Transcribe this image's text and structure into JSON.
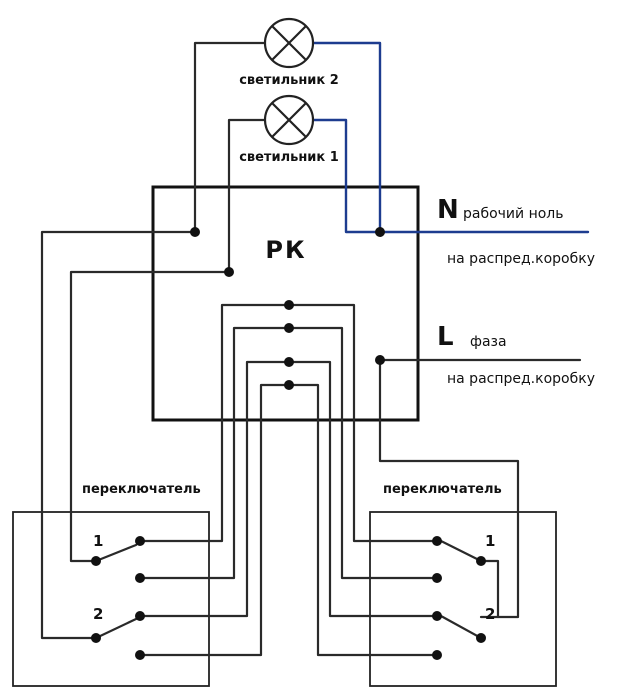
{
  "lamps": [
    {
      "label": "светильник 2"
    },
    {
      "label": "светильник 1"
    }
  ],
  "junction_box": {
    "label": "РК"
  },
  "neutral": {
    "symbol": "N",
    "label": "рабочий ноль",
    "destination": "на распред.коробку",
    "color": "#1d3c8f"
  },
  "phase": {
    "symbol": "L",
    "label": "фаза",
    "destination": "на распред.коробку"
  },
  "switches": [
    {
      "label": "переключатель",
      "key1": "1",
      "key2": "2"
    },
    {
      "label": "переключатель",
      "key1": "1",
      "key2": "2"
    }
  ]
}
